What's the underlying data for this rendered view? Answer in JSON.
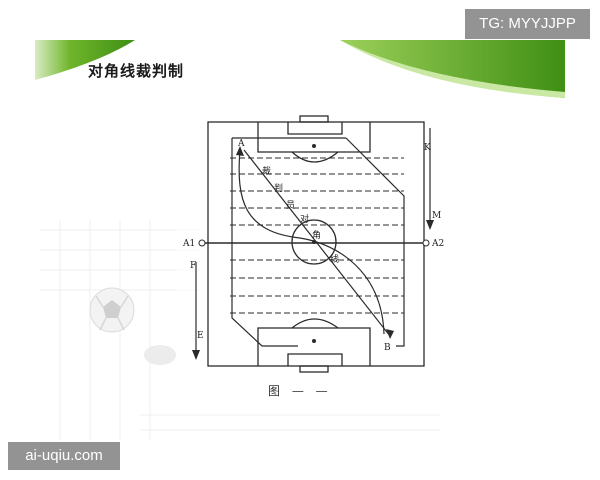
{
  "slide": {
    "title": "对角线裁判制",
    "watermark_top": "TG: MYYJJPP",
    "watermark_bottom": "ai-uqiu.com",
    "caption": "图 — —"
  },
  "diagram": {
    "point_labels": {
      "a": "A",
      "b": "B",
      "a1": "A1",
      "a2": "A2",
      "k": "K",
      "m": "M",
      "f": "F",
      "e": "E"
    },
    "diagonal_text": [
      "裁",
      "判",
      "员",
      "对",
      "角",
      "线"
    ]
  },
  "colors": {
    "header_green": "#4e9e1c",
    "header_green_light": "#8cc63f",
    "line": "#2b2b2b"
  }
}
